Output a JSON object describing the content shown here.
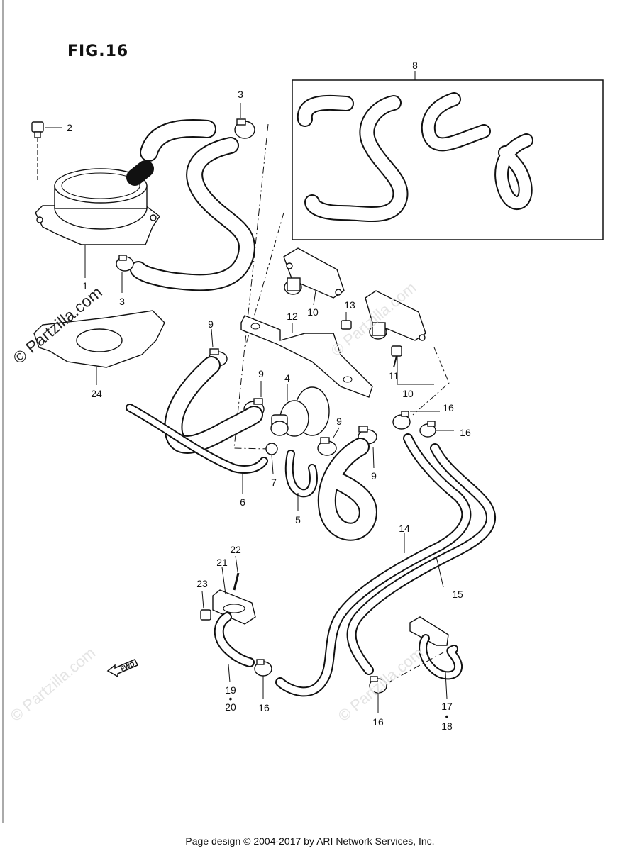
{
  "figure": {
    "title": "FIG.16"
  },
  "footer": {
    "text": "Page design © 2004-2017 by ARI Network Services, Inc."
  },
  "watermark": {
    "text": "© Partzilla.com"
  },
  "direction_badge": {
    "label": "FWD"
  },
  "callouts": [
    "1",
    "2",
    "3",
    "3",
    "4",
    "5",
    "6",
    "7",
    "8",
    "9",
    "9",
    "9",
    "9",
    "10",
    "10",
    "11",
    "12",
    "13",
    "14",
    "15",
    "16",
    "16",
    "16",
    "16",
    "17",
    "•",
    "18",
    "19",
    "•",
    "20",
    "21",
    "22",
    "23",
    "24"
  ]
}
